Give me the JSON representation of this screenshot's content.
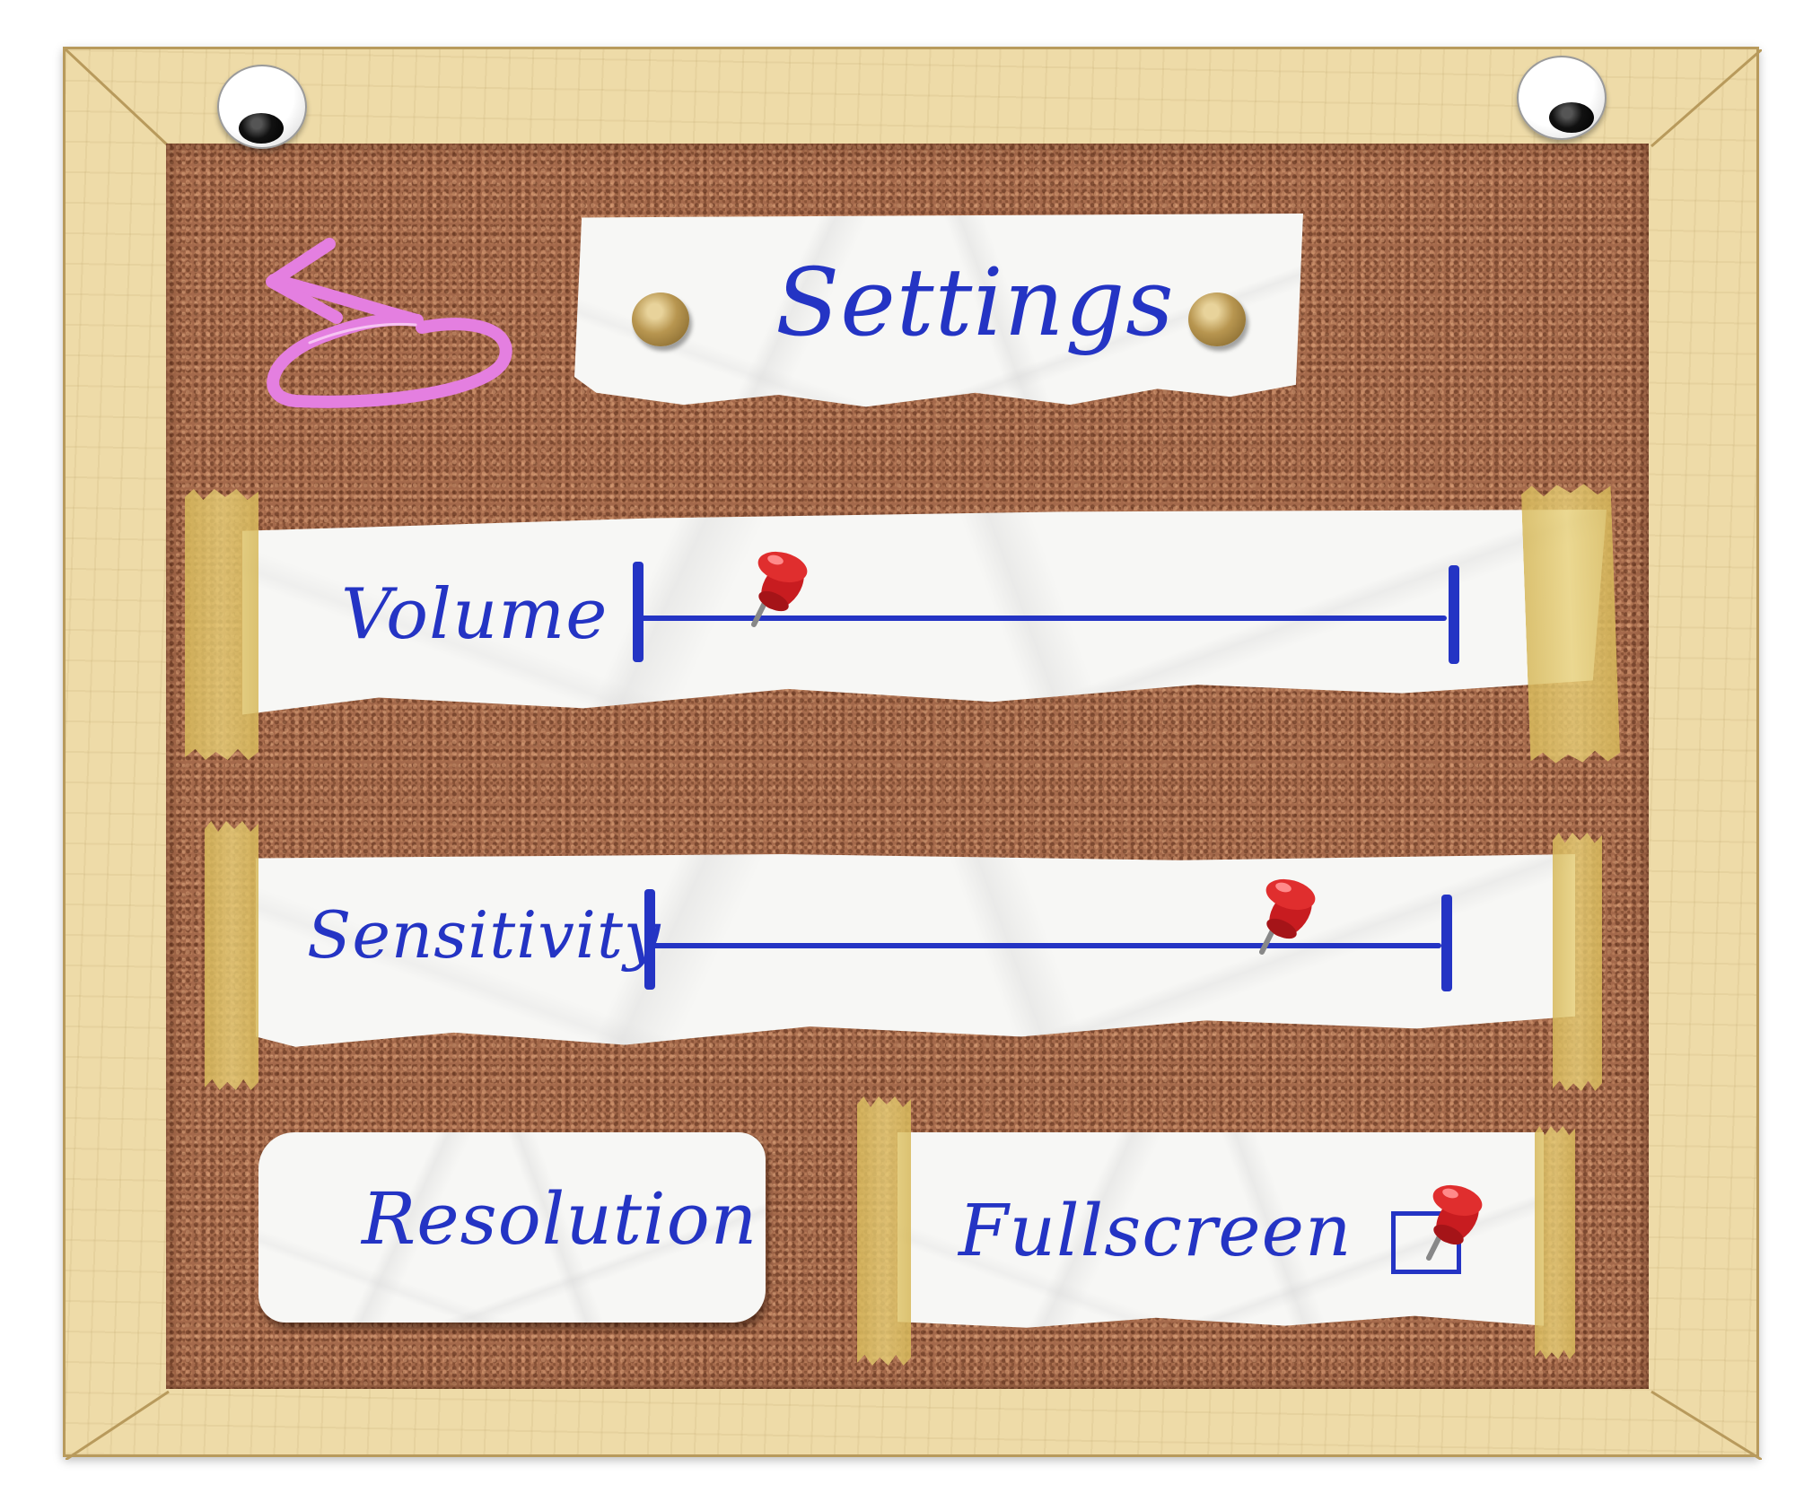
{
  "title": "Settings",
  "back_button": {
    "icon": "back-arrow-icon",
    "color": "#e47fe0"
  },
  "settings": {
    "volume": {
      "label": "Volume",
      "value": 0.14
    },
    "sensitivity": {
      "label": "Sensitivity",
      "value": 0.77
    },
    "resolution": {
      "label": "Resolution"
    },
    "fullscreen": {
      "label": "Fullscreen",
      "checked": true
    }
  },
  "colors": {
    "ink": "#2434c4",
    "cork": "#a4694b",
    "frame": "#eedba8",
    "pin": "#d9262a",
    "tape": "#d6b85a"
  }
}
